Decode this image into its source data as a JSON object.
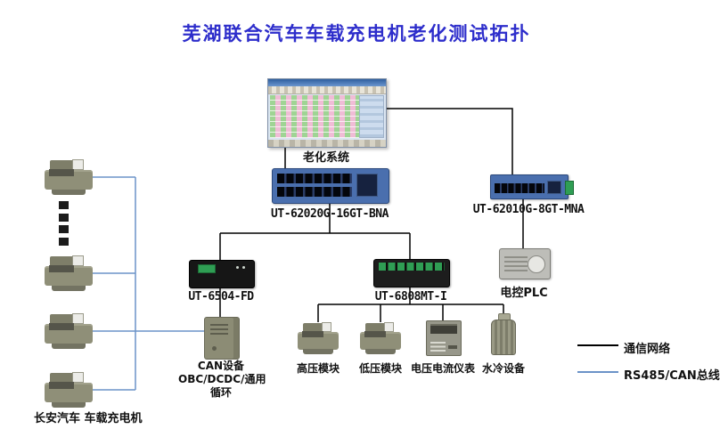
{
  "title": "芜湖联合汽车车载充电机老化测试拓扑",
  "devices": {
    "aging_system": {
      "label": "老化系统"
    },
    "switch16": {
      "label": "UT-62020G-16GT-BNA"
    },
    "switch8": {
      "label": "UT-62010G-8GT-MNA"
    },
    "converter6504": {
      "label": "UT-6504-FD"
    },
    "io6808": {
      "label": "UT-6808MT-I"
    },
    "plc": {
      "label": "电控PLC"
    },
    "can_device": {
      "line1": "CAN设备",
      "line2": "OBC/DCDC/通用",
      "line3": "循环"
    },
    "hv_module": {
      "label": "高压模块"
    },
    "lv_module": {
      "label": "低压模块"
    },
    "meter": {
      "label": "电压电流仪表"
    },
    "cooling": {
      "label": "水冷设备"
    },
    "chargers": {
      "label": "长安汽车 车载充电机"
    }
  },
  "legend": {
    "comm": {
      "label": "通信网络",
      "color": "#000000"
    },
    "bus": {
      "label": "RS485/CAN总线",
      "color": "#6b93c8"
    }
  }
}
